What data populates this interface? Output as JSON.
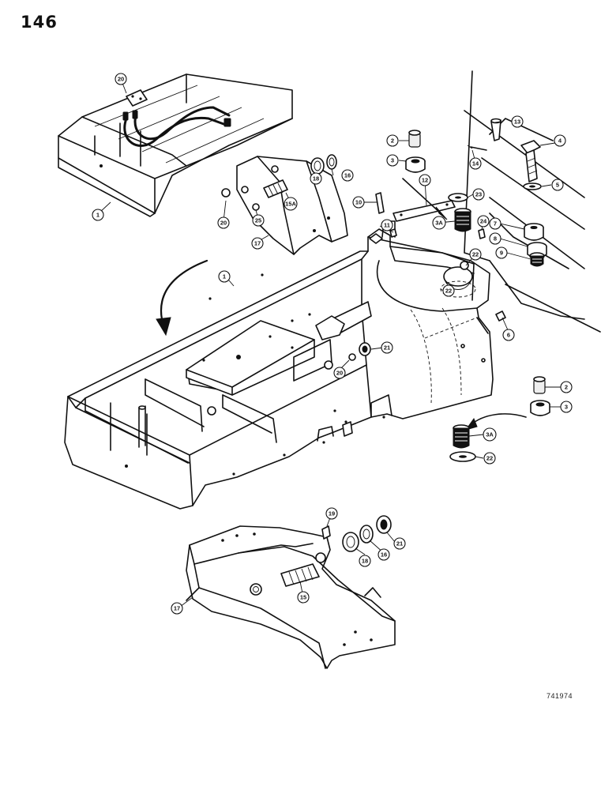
{
  "page_number": "146",
  "drawing_code": "741974",
  "callouts": [
    {
      "id": "c1a",
      "label": "1"
    },
    {
      "id": "c1b",
      "label": "1"
    },
    {
      "id": "c2a",
      "label": "2"
    },
    {
      "id": "c2b",
      "label": "2"
    },
    {
      "id": "c3a",
      "label": "3"
    },
    {
      "id": "c3b",
      "label": "3"
    },
    {
      "id": "c3Aa",
      "label": "3A"
    },
    {
      "id": "c3Ab",
      "label": "3A"
    },
    {
      "id": "c4",
      "label": "4"
    },
    {
      "id": "c5",
      "label": "5"
    },
    {
      "id": "c6",
      "label": "6"
    },
    {
      "id": "c7",
      "label": "7"
    },
    {
      "id": "c8",
      "label": "8"
    },
    {
      "id": "c9",
      "label": "9"
    },
    {
      "id": "c10",
      "label": "10"
    },
    {
      "id": "c11",
      "label": "11"
    },
    {
      "id": "c12",
      "label": "12"
    },
    {
      "id": "c13",
      "label": "13"
    },
    {
      "id": "c14",
      "label": "14"
    },
    {
      "id": "c15a",
      "label": "15"
    },
    {
      "id": "c15Ab",
      "label": "15A"
    },
    {
      "id": "c16a",
      "label": "16"
    },
    {
      "id": "c16b",
      "label": "16"
    },
    {
      "id": "c17a",
      "label": "17"
    },
    {
      "id": "c17b",
      "label": "17"
    },
    {
      "id": "c18a",
      "label": "18"
    },
    {
      "id": "c18b",
      "label": "18"
    },
    {
      "id": "c19",
      "label": "19"
    },
    {
      "id": "c20a",
      "label": "20"
    },
    {
      "id": "c20b",
      "label": "20"
    },
    {
      "id": "c20c",
      "label": "20"
    },
    {
      "id": "c21a",
      "label": "21"
    },
    {
      "id": "c21b",
      "label": "21"
    },
    {
      "id": "c22a",
      "label": "22"
    },
    {
      "id": "c22b",
      "label": "22"
    },
    {
      "id": "c22c",
      "label": "22"
    },
    {
      "id": "c23",
      "label": "23"
    },
    {
      "id": "c24",
      "label": "24"
    },
    {
      "id": "c25",
      "label": "25"
    }
  ]
}
